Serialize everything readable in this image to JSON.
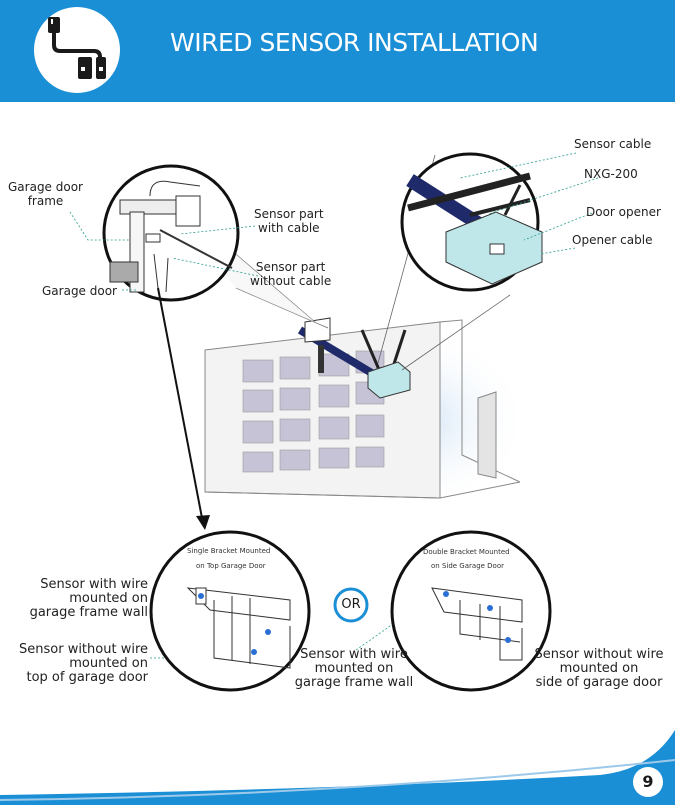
{
  "header": {
    "title": "WIRED SENSOR INSTALLATION",
    "icon": "wired-sensor-icon",
    "color": "#1a8fd6"
  },
  "top_left_callout": {
    "garage_door_frame": "Garage door\nframe",
    "sensor_part_with_cable": "Sensor part\nwith cable",
    "sensor_part_without_cable": "Sensor part\nwithout cable",
    "garage_door": "Garage door"
  },
  "top_right_callout": {
    "sensor_cable": "Sensor cable",
    "nxg_200": "NXG-200",
    "door_opener": "Door opener",
    "opener_cable": "Opener cable"
  },
  "bottom_left": {
    "circle_caption_line1": "Single Bracket Mounted",
    "circle_caption_line2": "on Top Garage Door",
    "sensor_with_wire": "Sensor with wire\nmounted on\ngarage frame wall",
    "sensor_without_wire": "Sensor without wire\nmounted on\ntop of garage door"
  },
  "or_label": "OR",
  "bottom_right": {
    "circle_caption_line1": "Double Bracket Mounted",
    "circle_caption_line2": "on Side Garage Door",
    "sensor_with_wire": "Sensor with wire\nmounted on\ngarage frame wall",
    "sensor_without_wire": "Sensor without wire\nmounted on\nside of garage door"
  },
  "footer": {
    "page_number": "9",
    "color": "#1a8fd6"
  }
}
